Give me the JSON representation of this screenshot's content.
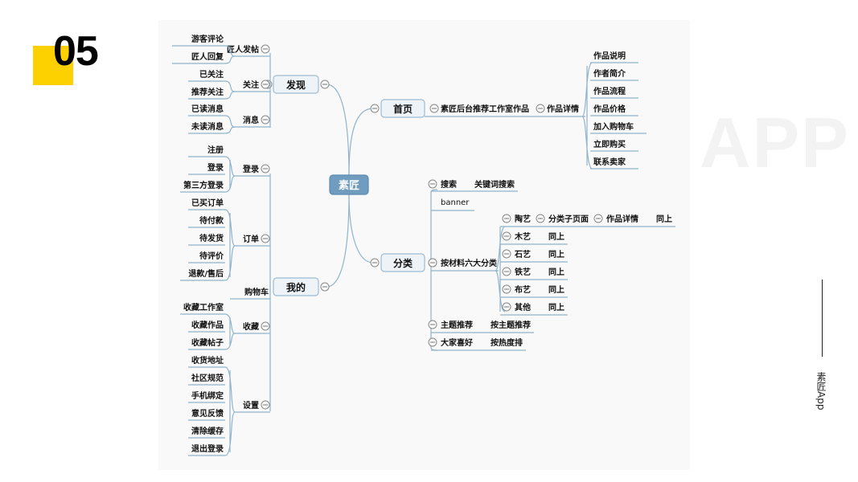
{
  "slide": {
    "page_number": "05",
    "accent_color": "#fdd000",
    "watermark": "APP",
    "side_caption": "素匠App"
  },
  "mindmap": {
    "root": "素匠",
    "line_color": "#8fb3cc",
    "root_color": "#6f9cbf",
    "branches": {
      "faxian": {
        "label": "发现",
        "groups": [
          {
            "label": "匠人发帖",
            "items": [
              "游客评论",
              "匠人回复"
            ]
          },
          {
            "label": "关注",
            "items": [
              "已关注",
              "推荐关注"
            ]
          },
          {
            "label": "消息",
            "items": [
              "已读消息",
              "未读消息"
            ]
          }
        ]
      },
      "wode": {
        "label": "我的",
        "groups": [
          {
            "label": "登录",
            "items": [
              "注册",
              "登录",
              "第三方登录"
            ]
          },
          {
            "label": "订单",
            "items": [
              "已买订单",
              "待付款",
              "待发货",
              "待评价",
              "退款/售后"
            ]
          },
          {
            "label": "购物车",
            "items": []
          },
          {
            "label": "收藏",
            "items": [
              "收藏工作室",
              "收藏作品",
              "收藏帖子"
            ]
          },
          {
            "label": "设置",
            "items": [
              "收货地址",
              "社区规范",
              "手机绑定",
              "意见反馈",
              "清除缓存",
              "退出登录"
            ]
          }
        ]
      },
      "shouye": {
        "label": "首页",
        "child": "素匠后台推荐工作室作品",
        "grandchild": "作品详情",
        "items": [
          "作品说明",
          "作者简介",
          "作品流程",
          "作品价格",
          "加入购物车",
          "立即购买",
          "联系卖家"
        ]
      },
      "fenlei": {
        "label": "分类",
        "search": {
          "label": "搜索",
          "child": "关键词搜索"
        },
        "banner": "banner",
        "materials": {
          "label": "按材料六大分类",
          "items": [
            {
              "label": "陶艺",
              "sub": "分类子页面",
              "detail": "作品详情",
              "same": "同上"
            },
            {
              "label": "木艺",
              "same": "同上"
            },
            {
              "label": "石艺",
              "same": "同上"
            },
            {
              "label": "铁艺",
              "same": "同上"
            },
            {
              "label": "布艺",
              "same": "同上"
            },
            {
              "label": "其他",
              "same": "同上"
            }
          ]
        },
        "theme": {
          "label": "主题推荐",
          "child": "按主题推荐"
        },
        "popular": {
          "label": "大家喜好",
          "child": "按热度排"
        }
      }
    }
  }
}
